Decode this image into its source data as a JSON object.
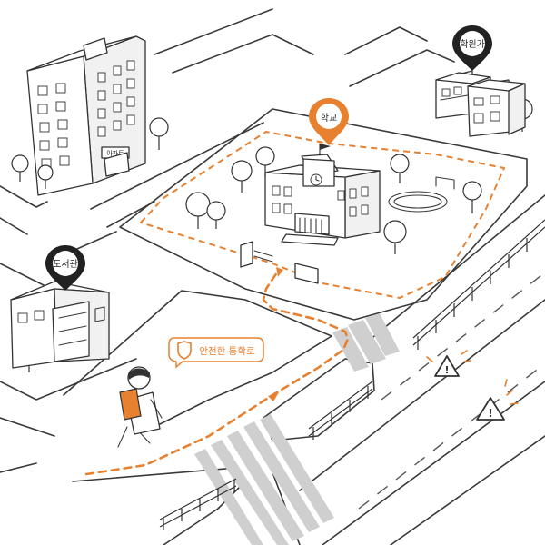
{
  "map": {
    "accent_color": "#e8812f",
    "line_color": "#333333",
    "route_label": "안전한 통학로",
    "places": [
      {
        "id": "school",
        "label": "학교",
        "pin_style": "orange"
      },
      {
        "id": "academy",
        "label": "학원가",
        "pin_style": "black"
      },
      {
        "id": "library",
        "label": "도서관",
        "pin_style": "black"
      }
    ],
    "signs": {
      "apartment": "아파트"
    },
    "icons": {
      "shield": "shield-icon",
      "warning": "warning-triangle-icon",
      "pin": "map-pin-icon"
    },
    "warnings_count": 2
  }
}
